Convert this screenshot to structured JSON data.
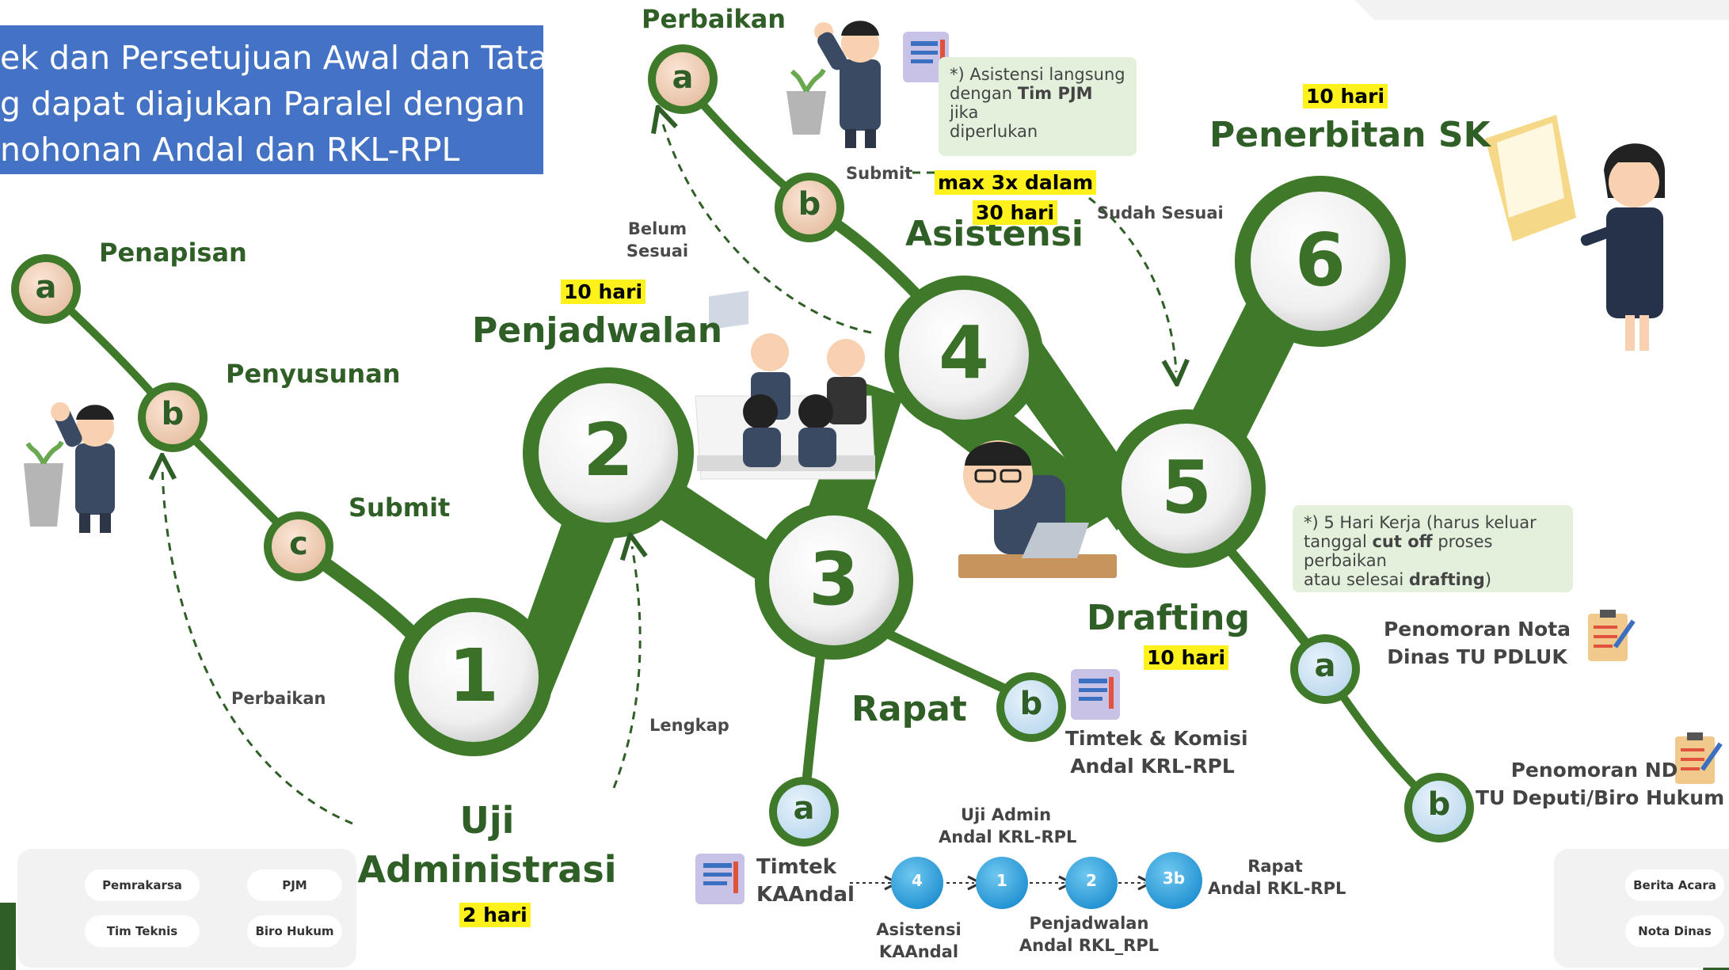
{
  "banner": {
    "line1": "ek dan Persetujuan Awal dan Tata",
    "line2": "g dapat diajukan Paralel dengan",
    "line3": "nohonan Andal dan RKL-RPL"
  },
  "steps": {
    "s1": {
      "number": "1",
      "title_line1": "Uji",
      "title_line2": "Administrasi",
      "duration": "2 hari"
    },
    "s2": {
      "number": "2",
      "title": "Penjadwalan",
      "duration": "10 hari"
    },
    "s3": {
      "number": "3",
      "title": "Rapat"
    },
    "s4": {
      "number": "4",
      "title": "Asistensi",
      "duration_line1": "max 3x dalam",
      "duration_line2": "30 hari"
    },
    "s5": {
      "number": "5",
      "title": "Drafting",
      "duration": "10 hari"
    },
    "s6": {
      "number": "6",
      "title": "Penerbitan SK",
      "duration": "10 hari"
    }
  },
  "substeps": {
    "s1a": {
      "letter": "a",
      "label": "Penapisan"
    },
    "s1b": {
      "letter": "b",
      "label": "Penyusunan"
    },
    "s1c": {
      "letter": "c",
      "label": "Submit"
    },
    "s4a": {
      "letter": "a",
      "label": "Perbaikan"
    },
    "s4b": {
      "letter": "b",
      "label": "Submit"
    },
    "s3a": {
      "letter": "a",
      "label_line1": "Timtek",
      "label_line2": "KAAndal"
    },
    "s3b": {
      "letter": "b",
      "label_line1": "Timtek & Komisi",
      "label_line2": "Andal KRL-RPL"
    },
    "s6a": {
      "letter": "a",
      "label_line1": "Penomoran Nota",
      "label_line2": "Dinas TU PDLUK"
    },
    "s6b": {
      "letter": "b",
      "label_line1": "Penomoran ND",
      "label_line2": "TU Deputi/Biro Hukum"
    }
  },
  "flow_labels": {
    "perbaikan": "Perbaikan",
    "lengkap": "Lengkap",
    "belum_line1": "Belum",
    "belum_line2": "Sesuai",
    "sudah": "Sudah Sesuai"
  },
  "notes": {
    "asistensi": {
      "pre": "*) Asistensi langsung",
      "mid_pre": "dengan ",
      "mid_bold": "Tim PJM",
      "mid_post": " jika",
      "end": "diperlukan"
    },
    "drafting": {
      "l1": "*) 5 Hari Kerja (harus keluar",
      "l2_pre": "tanggal ",
      "l2_bold": "cut off",
      "l2_post": " proses perbaikan",
      "l3_pre": "atau selesai ",
      "l3_bold": "drafting",
      "l3_post": ")"
    }
  },
  "sequence": {
    "nodes": [
      "4",
      "1",
      "2",
      "3b"
    ],
    "top1_line1": "Uji Admin",
    "top1_line2": "Andal KRL-RPL",
    "top2_line1": "Rapat",
    "top2_line2": "Andal RKL-RPL",
    "bot1_line1": "Asistensi",
    "bot1_line2": "KAAndal",
    "bot2_line1": "Penjadwalan",
    "bot2_line2": "Andal RKL_RPL"
  },
  "legend_left": [
    "Pemrakarsa",
    "PJM",
    "Tim Teknis",
    "Biro Hukum"
  ],
  "legend_right": [
    "Berita Acara",
    "Nota Dinas"
  ],
  "colors": {
    "green_dark": "#2f5f26",
    "green": "#4f8a2f",
    "highlight": "#fff21c",
    "banner": "#4472c4",
    "sub_blue": "#2f82c7"
  }
}
